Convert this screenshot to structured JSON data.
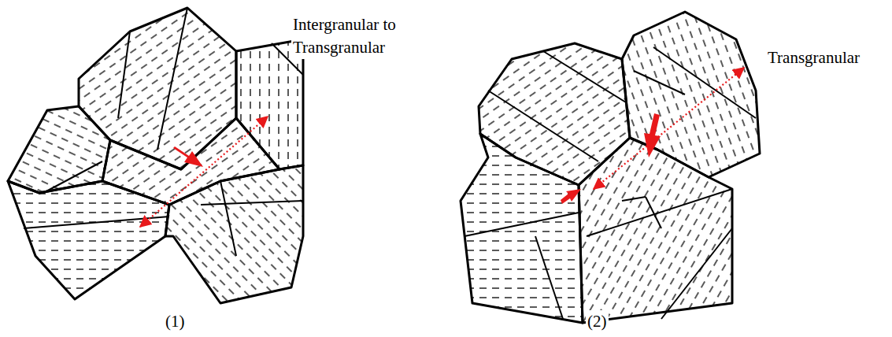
{
  "diagram": {
    "labels": [
      "Intergranular to Transgranular",
      "Transgranular",
      "(1)",
      "(2)"
    ]
  }
}
